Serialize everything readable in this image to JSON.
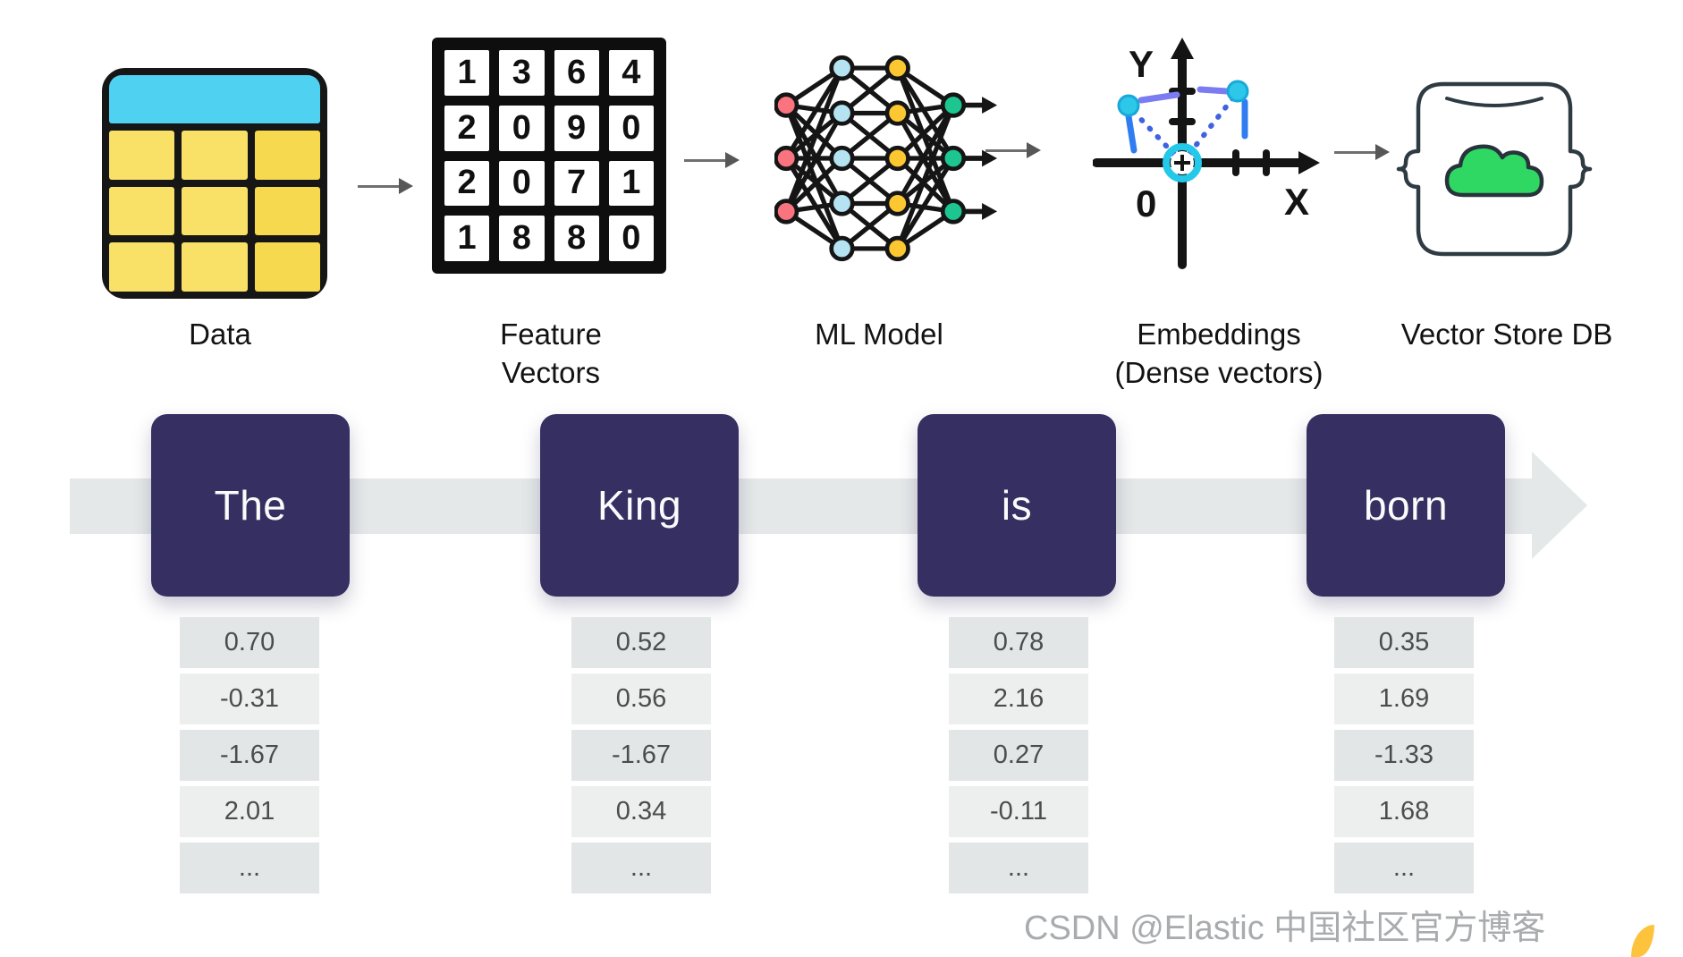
{
  "pipeline": {
    "stages": [
      {
        "id": "data",
        "label": "Data"
      },
      {
        "id": "feature-vectors",
        "label_line1": "Feature",
        "label_line2": "Vectors",
        "matrix": [
          [
            "1",
            "3",
            "6",
            "4"
          ],
          [
            "2",
            "0",
            "9",
            "0"
          ],
          [
            "2",
            "0",
            "7",
            "1"
          ],
          [
            "1",
            "8",
            "8",
            "0"
          ]
        ]
      },
      {
        "id": "ml-model",
        "label": "ML Model"
      },
      {
        "id": "embeddings",
        "label_line1": "Embeddings",
        "label_line2": "(Dense vectors)",
        "axis": {
          "y_label": "Y",
          "x_label": "X",
          "origin_label": "0"
        }
      },
      {
        "id": "vector-store",
        "label": "Vector Store DB"
      }
    ]
  },
  "tokens": [
    {
      "word": "The",
      "vector": [
        "0.70",
        "-0.31",
        "-1.67",
        "2.01",
        "..."
      ]
    },
    {
      "word": "King",
      "vector": [
        "0.52",
        "0.56",
        "-1.67",
        "0.34",
        "..."
      ]
    },
    {
      "word": "is",
      "vector": [
        "0.78",
        "2.16",
        "0.27",
        "-0.11",
        "..."
      ]
    },
    {
      "word": "born",
      "vector": [
        "0.35",
        "1.69",
        "-1.33",
        "1.68",
        "..."
      ]
    }
  ],
  "watermark": "CSDN @Elastic 中国社区官方博客",
  "colors": {
    "token_box_navy": "#353061",
    "flow_band_gray": "#e4e8e8",
    "vector_cell_dark": "#e2e6e6",
    "vector_cell_light": "#edefef",
    "vector_text": "#4c4c4c",
    "table_header_cyan": "#4fd2f2",
    "table_cell_yellow": "#f9e066",
    "matrix_frame_black": "#0e0e0e",
    "nn_input_red": "#f9747f",
    "nn_hidden_blue": "#b5e3f2",
    "nn_hidden_yellow": "#fdc731",
    "nn_output_green": "#1dc690",
    "embed_point_cyan": "#2cc7e9",
    "embed_dotted_blue": "#3f62e0",
    "cloud_green": "#2fd763",
    "corner_mark_yellow": "#fec33d",
    "arrow_gray": "#6f6f6f",
    "watermark_gray": "#a9acae"
  }
}
